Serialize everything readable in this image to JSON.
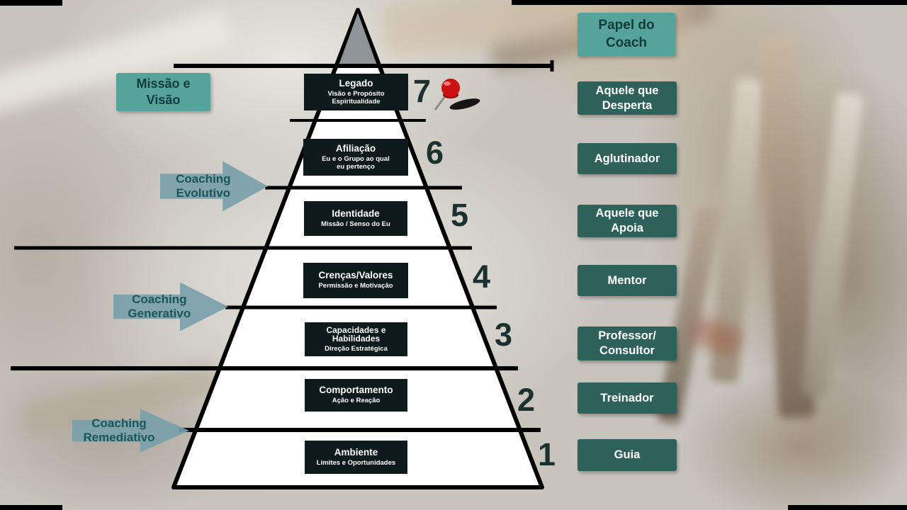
{
  "left_panel": {
    "mission_vision_label": "Missão e\nVisão",
    "arrows": [
      {
        "label": "Coaching\nEvolutivo"
      },
      {
        "label": "Coaching\nGenerativo"
      },
      {
        "label": "Coaching\nRemediativo"
      }
    ]
  },
  "right_panel": {
    "header": "Papel do\nCoach"
  },
  "pyramid": {
    "levels": [
      {
        "number": "7",
        "title": "Legado",
        "subtitle": "Visão e Propósito\nEspiritualidade",
        "role": "Aquele que\nDesperta"
      },
      {
        "number": "6",
        "title": "Afiliação",
        "subtitle": "Eu e o Grupo ao qual\neu pertenço",
        "role": "Aglutinador"
      },
      {
        "number": "5",
        "title": "Identidade",
        "subtitle": "Missão / Senso do Eu",
        "role": "Aquele que\nApoia"
      },
      {
        "number": "4",
        "title": "Crenças/Valores",
        "subtitle": "Permissão e Motivação",
        "role": "Mentor"
      },
      {
        "number": "3",
        "title": "Capacidades e\nHabilidades",
        "subtitle": "Direção Estratégica",
        "role": "Professor/\nConsultor"
      },
      {
        "number": "2",
        "title": "Comportamento",
        "subtitle": "Ação e Reação",
        "role": "Treinador"
      },
      {
        "number": "1",
        "title": "Ambiente",
        "subtitle": "Limites e Oportunidades",
        "role": "Guia"
      }
    ]
  },
  "icons": {
    "pushpin": "red-pushpin"
  },
  "colors": {
    "teal_light": "#55a39b",
    "teal_dark": "#2d6159",
    "level_box": "#0e1a1b",
    "arrow": "#79a0aa",
    "line": "#000000",
    "pin_red": "#cc1111"
  }
}
